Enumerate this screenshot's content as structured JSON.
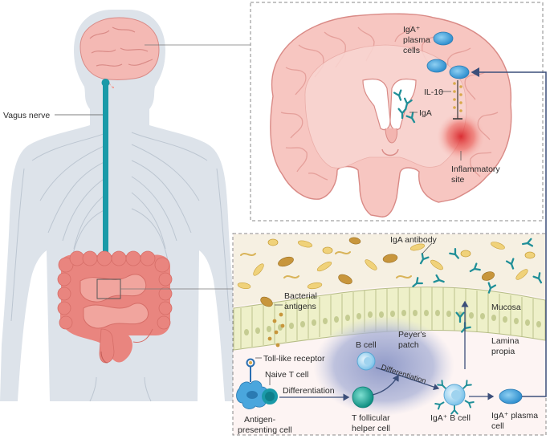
{
  "labels": {
    "vagus_nerve": "Vagus nerve",
    "iga_plasma_cells": [
      "IgA⁺",
      "plasma",
      "cells"
    ],
    "il10": "IL-10",
    "iga": "IgA",
    "inflammatory_site": [
      "Inflammatory",
      "site"
    ],
    "iga_antibody": "IgA antibody",
    "bacterial_antigens": [
      "Bacterial",
      "antigens"
    ],
    "mucosa": "Mucosa",
    "lamina_propia": [
      "Lamina",
      "propia"
    ],
    "peyers_patch": [
      "Peyer's",
      "patch"
    ],
    "b_cell": "B cell",
    "differentiation_diag": "Differentiation",
    "toll_like_receptor": "Toll-like receptor",
    "naive_t_cell": "Naive T cell",
    "differentiation": "Differentiation",
    "antigen_presenting_cell": [
      "Antigen-",
      "presenting cell"
    ],
    "t_follicular_helper_cell": [
      "T follicular",
      "helper cell"
    ],
    "iga_b_cell": "IgA⁺ B cell",
    "iga_plasma_cell": [
      "IgA⁺ plasma",
      "cell"
    ]
  },
  "colors": {
    "body_silhouette": "#dde3ea",
    "nerve_teal": "#1a9aa8",
    "brain_pink": "#f4b9b4",
    "brain_outline": "#d98a86",
    "intestine": "#e9857f",
    "plasma_cell_blue": "#4aa6dd",
    "antibody_teal": "#1f8f98",
    "peyers_patch": "#9aa5cf",
    "tfh_cell": "#17a99a",
    "inflammation": "#d9262c",
    "bacteria_gold": "#d9a94a",
    "arrow_navy": "#3c4f7a"
  }
}
